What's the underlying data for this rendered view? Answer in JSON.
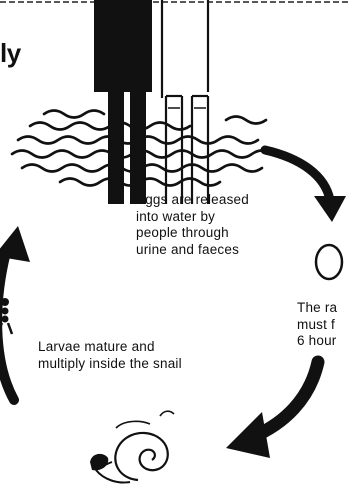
{
  "title_fragment": "ly",
  "captions": {
    "eggs": [
      "Eggs are released",
      "into water by",
      "people through",
      "urine and faeces"
    ],
    "larvae": [
      "Larvae mature and",
      "multiply inside the snail"
    ],
    "right": [
      "The ra",
      "must f",
      "6 hour"
    ]
  },
  "colors": {
    "ink": "#111111",
    "paper": "#ffffff"
  }
}
